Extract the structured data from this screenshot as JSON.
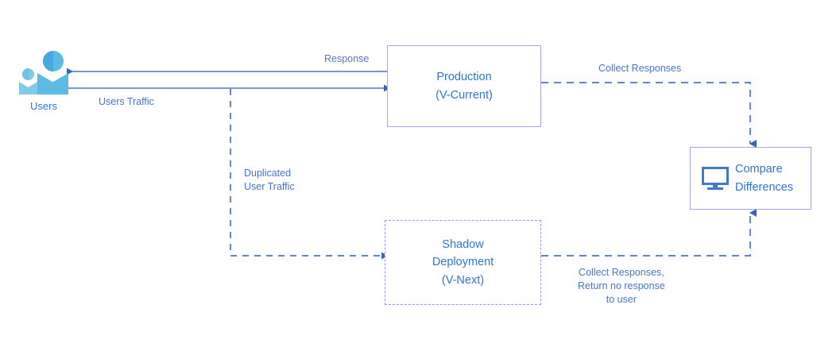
{
  "diagram": {
    "title": "Shadow Deployment Traffic Mirroring Diagram",
    "colors": {
      "node_border_solid": "#a6a2f0",
      "node_border_dashed": "#9b96ee",
      "node_text": "#2f75d4",
      "edge_solid": "#4a74c8",
      "edge_dashed": "#4a74c8",
      "edge_label_text": "#4a74c8",
      "users_icon_primary": "#5bbbe3",
      "users_icon_secondary": "#7fcbe8",
      "monitor_icon": "#4479c9",
      "background": "#ffffff"
    },
    "nodes": [
      {
        "id": "users",
        "name": "users-actor",
        "caption": "Users",
        "icon": "users-icon",
        "shape": "icon"
      },
      {
        "id": "production",
        "name": "production-node",
        "label": "Production\n(V-Current)",
        "line1": "Production",
        "line2": "(V-Current)",
        "shape": "rectangle",
        "border": "solid"
      },
      {
        "id": "shadow",
        "name": "shadow-deployment-node",
        "label": "Shadow\nDeployment\n(V-Next)",
        "line1": "Shadow",
        "line2": "Deployment",
        "line3": "(V-Next)",
        "shape": "rectangle",
        "border": "dashed"
      },
      {
        "id": "compare",
        "name": "compare-differences-node",
        "label": "Compare\nDifferences",
        "line1": "Compare",
        "line2": "Differences",
        "icon": "monitor-icon",
        "shape": "rectangle",
        "border": "solid"
      }
    ],
    "edges": [
      {
        "id": "response",
        "from": "production",
        "to": "users",
        "label": "Response",
        "style": "solid",
        "arrow": "left"
      },
      {
        "id": "users-traffic",
        "from": "users",
        "to": "production",
        "label": "Users  Traffic",
        "style": "solid",
        "arrow": "right"
      },
      {
        "id": "duplicated-traffic",
        "from": "users-traffic",
        "to": "shadow",
        "label": "Duplicated\nUser Traffic",
        "line1": "Duplicated",
        "line2": "User Traffic",
        "style": "dashed",
        "arrow": "right"
      },
      {
        "id": "collect-responses-production",
        "from": "production",
        "to": "compare",
        "label": "Collect Responses",
        "style": "dashed",
        "arrow": "down"
      },
      {
        "id": "collect-responses-shadow",
        "from": "shadow",
        "to": "compare",
        "label": "Collect Responses,\nReturn no response\nto user",
        "line1": "Collect Responses,",
        "line2": "Return no response",
        "line3": "to user",
        "style": "dashed",
        "arrow": "up"
      }
    ]
  }
}
